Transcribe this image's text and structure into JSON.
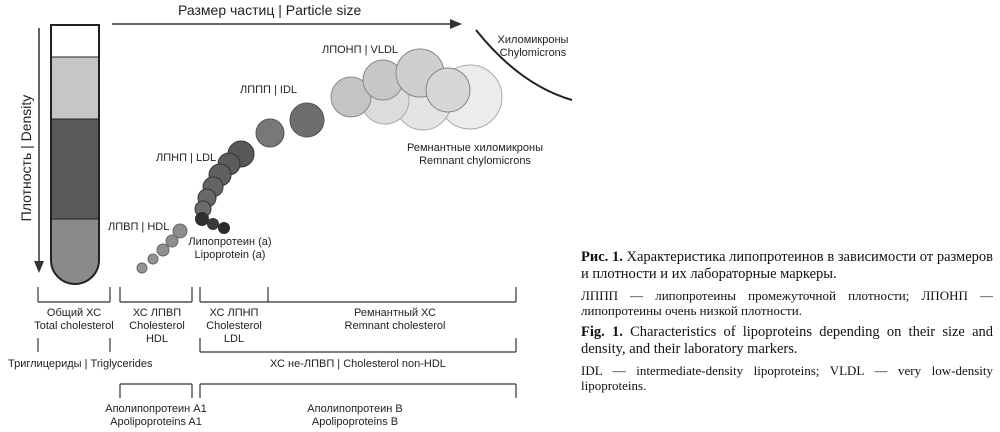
{
  "figure": {
    "axis_x_label": "Размер частиц | Particle size",
    "axis_y_label": "Плотность | Density",
    "particles": {
      "chylomicrons": [
        "Хиломикроны",
        "Chylomicrons"
      ],
      "vldl": "ЛПОНП | VLDL",
      "idl": "ЛППП | IDL",
      "ldl": "ЛПНП | LDL",
      "hdl": "ЛПВП | HDL",
      "lipoprotein_a": [
        "Липопротеин (a)",
        "Lipoprotein (a)"
      ],
      "remnant_chylomicrons": [
        "Ремнантные хиломикроны",
        "Remnant chylomicrons"
      ]
    },
    "markers": {
      "total_cholesterol": [
        "Общий ХС",
        "Total cholesterol"
      ],
      "hdl_cholesterol": [
        "ХС ЛПВП",
        "Cholesterol",
        "HDL"
      ],
      "ldl_cholesterol": [
        "ХС ЛПНП",
        "Cholesterol",
        "LDL"
      ],
      "remnant_cholesterol": [
        "Ремнантный ХС",
        "Remnant cholesterol"
      ],
      "triglycerides": "Триглицериды | Triglycerides",
      "non_hdl_cholesterol": "ХС не-ЛПВП | Cholesterol non-HDL",
      "apolipoprotein_a1": [
        "Аполипопротеин А1",
        "Apolipoproteins A1"
      ],
      "apolipoprotein_b": [
        "Аполипопротеин В",
        "Apolipoproteins B"
      ]
    }
  },
  "caption": {
    "ru_label": "Рис. 1.",
    "ru_title": "Характеристика липопротеинов в зависимости от размеров и плотности и их лабораторные маркеры.",
    "ru_abbreviations": "ЛППП — липопротеины промежуточной плотности; ЛПОНП — липопротеины очень низкой плотности.",
    "en_label": "Fig. 1.",
    "en_title": "Characteristics of lipoproteins depending on their size and density, and their laboratory markers.",
    "en_abbreviations": "IDL — intermediate-density lipoproteins; VLDL — very low-density lipoproteins."
  }
}
